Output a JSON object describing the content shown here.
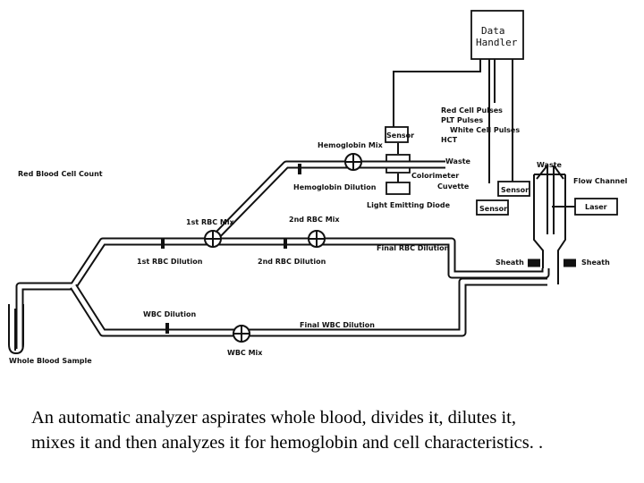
{
  "blocks": {
    "data_handler": [
      "Data",
      "Handler"
    ],
    "sensor": "Sensor",
    "laser": "Laser"
  },
  "labels": {
    "red_cell_pulses": "Red Cell Pulses",
    "plt_pulses": "PLT Pulses",
    "white_cell_pulses": "White Cell Pulses",
    "hct": "HCT",
    "hemoglobin_mix": "Hemoglobin Mix",
    "waste": "Waste",
    "colorimeter": "Colorimeter",
    "cuvette": "Cuvette",
    "hemoglobin_dilution": "Hemoglobin Dilution",
    "light_emitting_diode": "Light Emitting Diode",
    "red_blood_cell_count": "Red Blood Cell Count",
    "flow_channel": "Flow Channel",
    "rbc_mix_1": "1st RBC Mix",
    "rbc_mix_2": "2nd RBC Mix",
    "final_rbc_dilution": "Final RBC Dilution",
    "rbc_dilution_1": "1st RBC Dilution",
    "rbc_dilution_2": "2nd RBC Dilution",
    "sheath": "Sheath",
    "wbc_dilution": "WBC Dilution",
    "final_wbc_dilution": "Final WBC Dilution",
    "wbc_mix": "WBC Mix",
    "whole_blood_sample": "Whole Blood Sample"
  },
  "caption": [
    "An automatic analyzer aspirates whole blood, divides it, dilutes it,",
    "mixes it and then analyzes it for hemoglobin and cell characteristics. ."
  ]
}
